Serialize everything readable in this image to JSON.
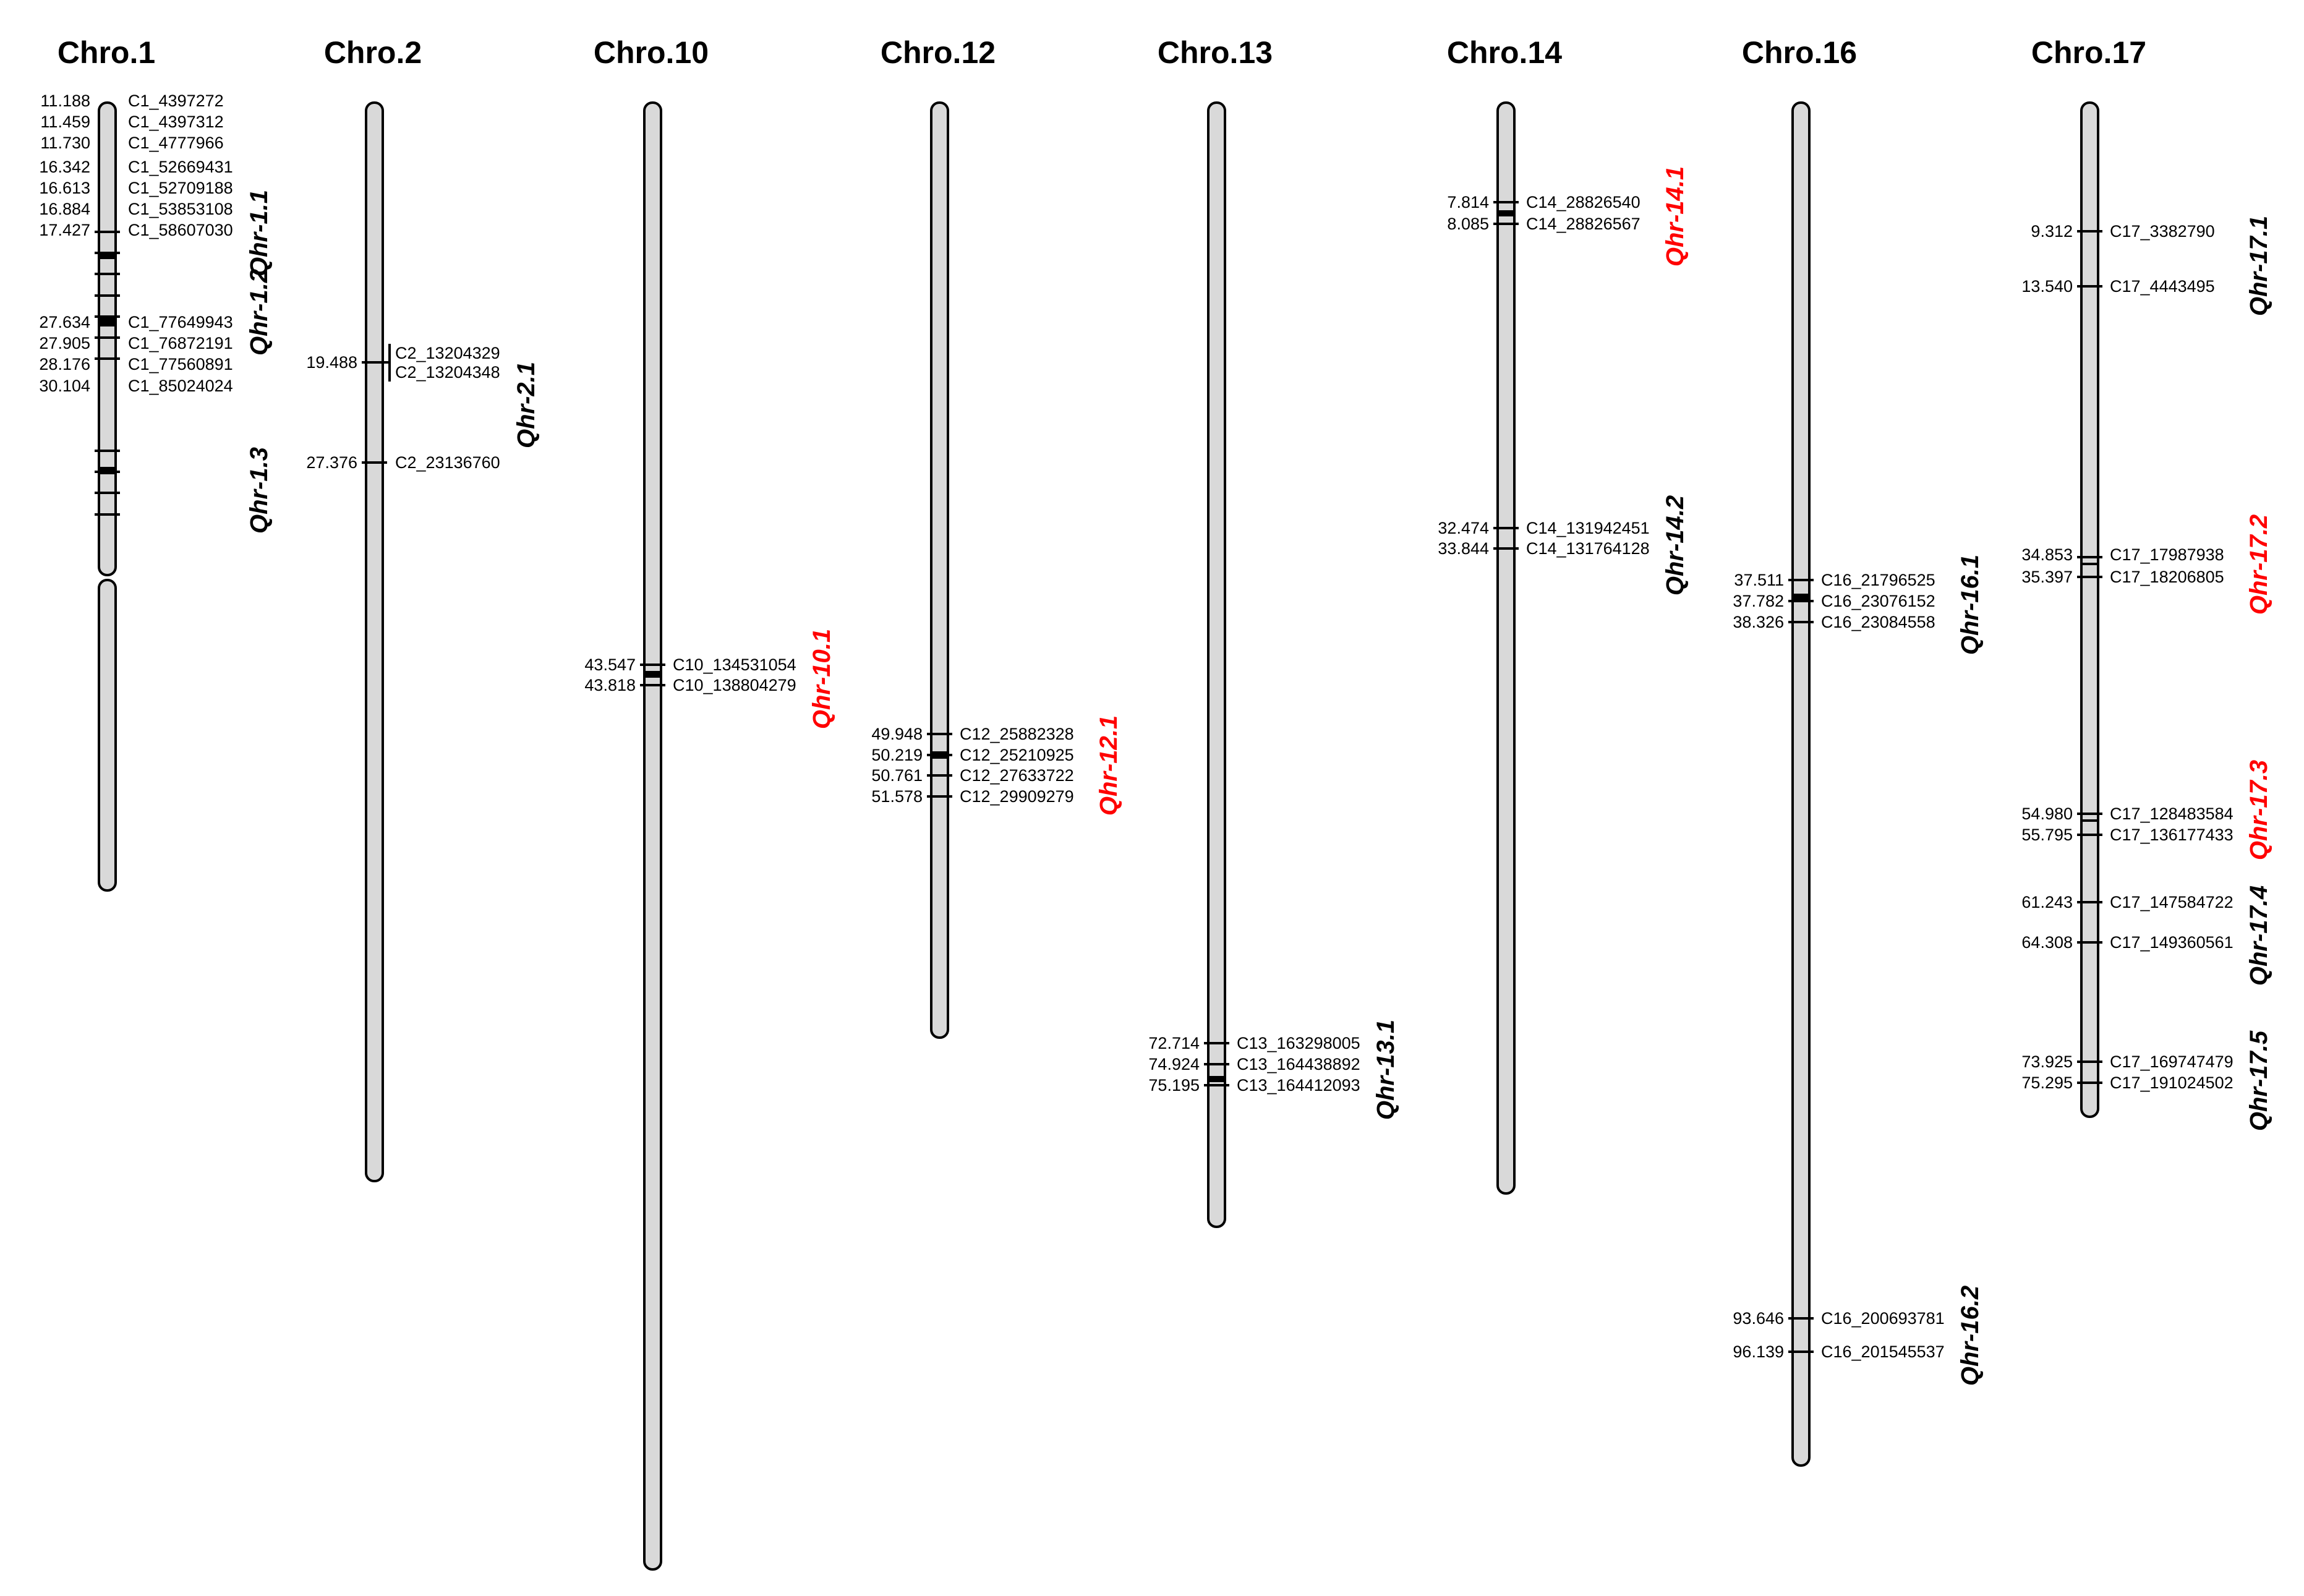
{
  "colors": {
    "background": "#ffffff",
    "chromosome_fill": "#d9d9d9",
    "outline": "#000000",
    "qtl_black": "#000000",
    "qtl_red": "#ff0000"
  },
  "chromosomes": [
    {
      "name": "Chro.1",
      "markers": [
        {
          "pos": "11.188",
          "id": "C1_4397272"
        },
        {
          "pos": "11.459",
          "id": "C1_4397312"
        },
        {
          "pos": "11.730",
          "id": "C1_4777966"
        },
        {
          "pos": "16.342",
          "id": "C1_52669431"
        },
        {
          "pos": "16.613",
          "id": "C1_52709188"
        },
        {
          "pos": "16.884",
          "id": "C1_53853108"
        },
        {
          "pos": "17.427",
          "id": "C1_58607030"
        },
        {
          "pos": "27.634",
          "id": "C1_77649943"
        },
        {
          "pos": "27.905",
          "id": "C1_76872191"
        },
        {
          "pos": "28.176",
          "id": "C1_77560891"
        },
        {
          "pos": "30.104",
          "id": "C1_85024024"
        }
      ],
      "qtls": [
        {
          "name": "Qhr-1.1",
          "color": "black"
        },
        {
          "name": "Qhr-1.2",
          "color": "black"
        },
        {
          "name": "Qhr-1.3",
          "color": "black"
        }
      ]
    },
    {
      "name": "Chro.2",
      "markers": [
        {
          "pos": "19.488",
          "id": "C2_13204329"
        },
        {
          "pos": "",
          "id": "C2_13204348"
        },
        {
          "pos": "27.376",
          "id": "C2_23136760"
        }
      ],
      "qtls": [
        {
          "name": "Qhr-2.1",
          "color": "black"
        }
      ]
    },
    {
      "name": "Chro.10",
      "markers": [
        {
          "pos": "43.547",
          "id": "C10_134531054"
        },
        {
          "pos": "43.818",
          "id": "C10_138804279"
        }
      ],
      "qtls": [
        {
          "name": "Qhr-10.1",
          "color": "red"
        }
      ]
    },
    {
      "name": "Chro.12",
      "markers": [
        {
          "pos": "49.948",
          "id": "C12_25882328"
        },
        {
          "pos": "50.219",
          "id": "C12_25210925"
        },
        {
          "pos": "50.761",
          "id": "C12_27633722"
        },
        {
          "pos": "51.578",
          "id": "C12_29909279"
        }
      ],
      "qtls": [
        {
          "name": "Qhr-12.1",
          "color": "red"
        }
      ]
    },
    {
      "name": "Chro.13",
      "markers": [
        {
          "pos": "72.714",
          "id": "C13_163298005"
        },
        {
          "pos": "74.924",
          "id": "C13_164438892"
        },
        {
          "pos": "75.195",
          "id": "C13_164412093"
        }
      ],
      "qtls": [
        {
          "name": "Qhr-13.1",
          "color": "black"
        }
      ]
    },
    {
      "name": "Chro.14",
      "markers": [
        {
          "pos": "7.814",
          "id": "C14_28826540"
        },
        {
          "pos": "8.085",
          "id": "C14_28826567"
        },
        {
          "pos": "32.474",
          "id": "C14_131942451"
        },
        {
          "pos": "33.844",
          "id": "C14_131764128"
        }
      ],
      "qtls": [
        {
          "name": "Qhr-14.1",
          "color": "red"
        },
        {
          "name": "Qhr-14.2",
          "color": "black"
        }
      ]
    },
    {
      "name": "Chro.16",
      "markers": [
        {
          "pos": "37.511",
          "id": "C16_21796525"
        },
        {
          "pos": "37.782",
          "id": "C16_23076152"
        },
        {
          "pos": "38.326",
          "id": "C16_23084558"
        },
        {
          "pos": "93.646",
          "id": "C16_200693781"
        },
        {
          "pos": "96.139",
          "id": "C16_201545537"
        }
      ],
      "qtls": [
        {
          "name": "Qhr-16.1",
          "color": "black"
        },
        {
          "name": "Qhr-16.2",
          "color": "black"
        }
      ]
    },
    {
      "name": "Chro.17",
      "markers": [
        {
          "pos": "9.312",
          "id": "C17_3382790"
        },
        {
          "pos": "13.540",
          "id": "C17_4443495"
        },
        {
          "pos": "34.853",
          "id": "C17_17987938"
        },
        {
          "pos": "35.397",
          "id": "C17_18206805"
        },
        {
          "pos": "54.980",
          "id": "C17_128483584"
        },
        {
          "pos": "55.795",
          "id": "C17_136177433"
        },
        {
          "pos": "61.243",
          "id": "C17_147584722"
        },
        {
          "pos": "64.308",
          "id": "C17_149360561"
        },
        {
          "pos": "73.925",
          "id": "C17_169747479"
        },
        {
          "pos": "75.295",
          "id": "C17_191024502"
        }
      ],
      "qtls": [
        {
          "name": "Qhr-17.1",
          "color": "black"
        },
        {
          "name": "Qhr-17.2",
          "color": "red"
        },
        {
          "name": "Qhr-17.3",
          "color": "red"
        },
        {
          "name": "Qhr-17.4",
          "color": "black"
        },
        {
          "name": "Qhr-17.5",
          "color": "black"
        }
      ]
    }
  ]
}
